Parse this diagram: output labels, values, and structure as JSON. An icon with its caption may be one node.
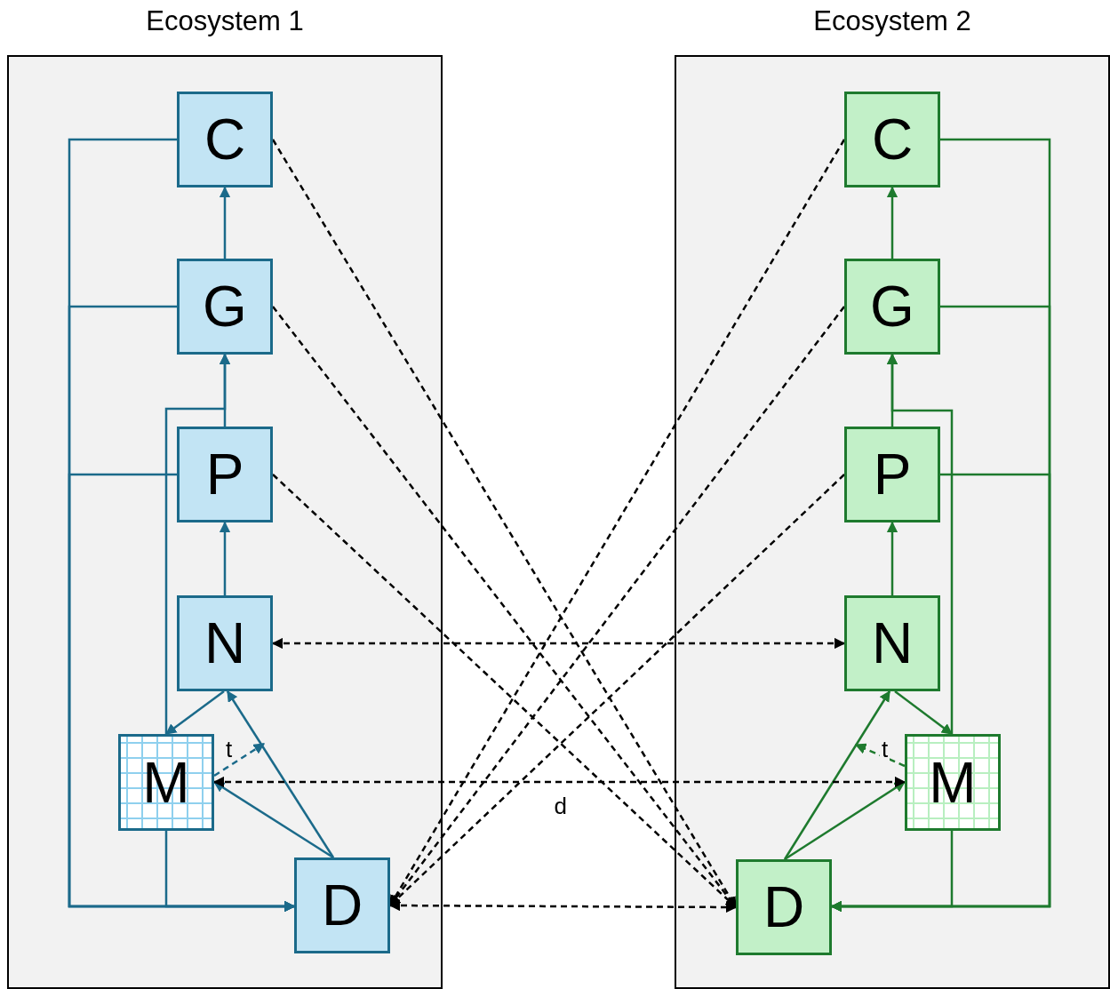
{
  "diagram": {
    "nodes": [
      {
        "text": [
          "Ecosystem 1"
        ]
      },
      {
        "text": [
          "C"
        ],
        "in": 0
      },
      {
        "text": [
          "G"
        ],
        "in": 0
      },
      {
        "text": [
          "P"
        ],
        "in": 0
      },
      {
        "text": [
          "N"
        ],
        "in": 0
      },
      {
        "text": [
          "M"
        ],
        "in": 0
      },
      {
        "text": [
          "D"
        ],
        "in": 0
      },
      {
        "text": [
          "Ecosystem 2"
        ]
      },
      {
        "text": [
          "C"
        ],
        "in": 7
      },
      {
        "text": [
          "G"
        ],
        "in": 7
      },
      {
        "text": [
          "P"
        ],
        "in": 7
      },
      {
        "text": [
          "N"
        ],
        "in": 7
      },
      {
        "text": [
          "M"
        ],
        "in": 7
      },
      {
        "text": [
          "D"
        ],
        "in": 7
      }
    ],
    "edges": [
      {
        "from": 4,
        "to": 3,
        "arrow": "to",
        "color": "#1b6a8a"
      },
      {
        "from": 3,
        "to": 2,
        "arrow": "to",
        "color": "#1b6a8a"
      },
      {
        "from": 2,
        "to": 1,
        "arrow": "to",
        "color": "#1b6a8a"
      },
      {
        "from": 5,
        "to": 2,
        "arrow": "to",
        "color": "#1b6a8a"
      },
      {
        "from": 1,
        "to": 6,
        "arrow": "to",
        "color": "#1b6a8a"
      },
      {
        "from": 2,
        "to": 6,
        "arrow": "to",
        "color": "#1b6a8a"
      },
      {
        "from": 3,
        "to": 6,
        "arrow": "to",
        "color": "#1b6a8a"
      },
      {
        "from": 5,
        "to": 6,
        "arrow": "to",
        "color": "#1b6a8a"
      },
      {
        "from": 4,
        "to": 5,
        "arrow": "to",
        "color": "#1b6a8a"
      },
      {
        "from": 6,
        "to": 4,
        "arrow": "to",
        "color": "#1b6a8a"
      },
      {
        "from": 6,
        "to": 5,
        "arrow": "to",
        "color": "#1b6a8a"
      },
      {
        "from": 11,
        "to": 10,
        "arrow": "to",
        "color": "#1e7a2e"
      },
      {
        "from": 10,
        "to": 9,
        "arrow": "to",
        "color": "#1e7a2e"
      },
      {
        "from": 9,
        "to": 8,
        "arrow": "to",
        "color": "#1e7a2e"
      },
      {
        "from": 12,
        "to": 9,
        "arrow": "to",
        "color": "#1e7a2e"
      },
      {
        "from": 8,
        "to": 13,
        "arrow": "to",
        "color": "#1e7a2e"
      },
      {
        "from": 9,
        "to": 13,
        "arrow": "to",
        "color": "#1e7a2e"
      },
      {
        "from": 10,
        "to": 13,
        "arrow": "to",
        "color": "#1e7a2e"
      },
      {
        "from": 12,
        "to": 13,
        "arrow": "to",
        "color": "#1e7a2e"
      },
      {
        "from": 11,
        "to": 12,
        "arrow": "to",
        "color": "#1e7a2e"
      },
      {
        "from": 13,
        "to": 11,
        "arrow": "to",
        "color": "#1e7a2e"
      },
      {
        "from": 13,
        "to": 12,
        "arrow": "to",
        "color": "#1e7a2e"
      },
      {
        "from": 1,
        "to": 13,
        "arrow": "to",
        "style": "dashed",
        "color": "#000000"
      },
      {
        "from": 2,
        "to": 13,
        "arrow": "to",
        "style": "dashed",
        "color": "#000000"
      },
      {
        "from": 3,
        "to": 13,
        "arrow": "to",
        "style": "dashed",
        "color": "#000000"
      },
      {
        "from": 8,
        "to": 6,
        "arrow": "to",
        "style": "dashed",
        "color": "#000000"
      },
      {
        "from": 9,
        "to": 6,
        "arrow": "to",
        "style": "dashed",
        "color": "#000000"
      },
      {
        "from": 10,
        "to": 6,
        "arrow": "to",
        "style": "dashed",
        "color": "#000000"
      },
      {
        "from": 4,
        "to": 11,
        "arrow": "both",
        "style": "dashed",
        "color": "#000000"
      },
      {
        "from": 5,
        "to": 12,
        "arrow": "both",
        "style": "dashed",
        "color": "#000000",
        "label": "d"
      },
      {
        "from": 6,
        "to": 13,
        "arrow": "both",
        "style": "dashed",
        "color": "#000000"
      },
      {
        "from": 5,
        "to": null,
        "arrow": "to",
        "style": "dashed",
        "color": "#1b6a8a",
        "label": "t"
      },
      {
        "from": 12,
        "to": null,
        "arrow": "to",
        "style": "dashed",
        "color": "#1e7a2e",
        "label": "t"
      }
    ]
  }
}
